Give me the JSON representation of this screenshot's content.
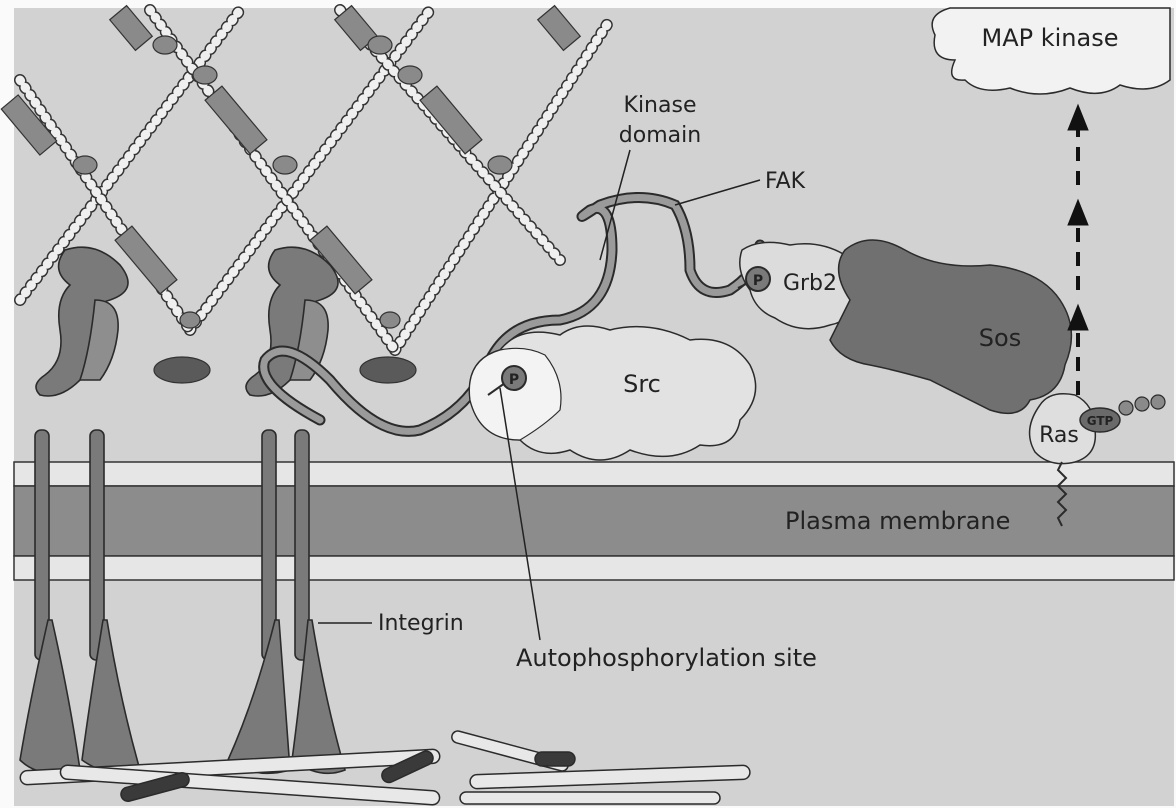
{
  "labels": {
    "map_kinase": "MAP kinase",
    "kinase_domain_line1": "Kinase",
    "kinase_domain_line2": "domain",
    "fak": "FAK",
    "grb2": "Grb2",
    "sos": "Sos",
    "src": "Src",
    "ras": "Ras",
    "gtp": "GTP",
    "phospho_1": "P",
    "phospho_2": "P",
    "plasma_membrane": "Plasma membrane",
    "integrin": "Integrin",
    "autophosphorylation_site": "Autophosphorylation site"
  },
  "colors": {
    "background": "#d2d2d2",
    "membrane_dark": "#8c8c8c",
    "membrane_light": "#e6e6e6",
    "protein_dark": "#6f6f6f",
    "protein_light": "#e4e4e4",
    "outline": "#2b2b2b"
  }
}
